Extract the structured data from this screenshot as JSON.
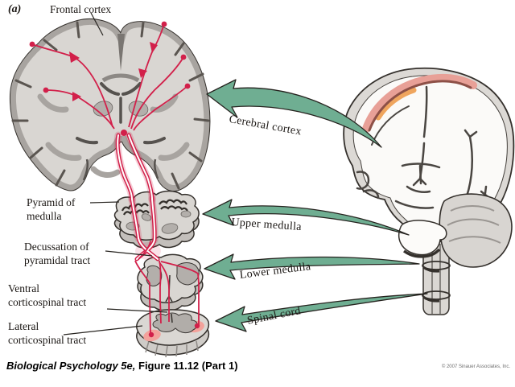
{
  "panel": {
    "label": "(a)"
  },
  "anatomy_labels": {
    "frontal_cortex": "Frontal cortex",
    "pyramid_of_medulla": "Pyramid of\nmedulla",
    "decussation": "Decussation of\npyramidal tract",
    "ventral_corticospinal": "Ventral\ncorticospinal tract",
    "lateral_corticospinal": "Lateral\ncorticospinal tract"
  },
  "region_arrows": [
    {
      "id": "cerebral-cortex",
      "label": "Cerebral cortex"
    },
    {
      "id": "upper-medulla",
      "label": "Upper medulla"
    },
    {
      "id": "lower-medulla",
      "label": "Lower medulla"
    },
    {
      "id": "spinal-cord",
      "label": "Spinal cord"
    }
  ],
  "footer": {
    "book_title": "Biological Psychology 5e,",
    "figure_ref": " Figure 11.12 (Part 1)",
    "copyright": "© 2007 Sinauer Associates, Inc."
  },
  "colors": {
    "arrow_green": "#6fae92",
    "tract_red": "#d2204a",
    "terminal_pink": "#f3a29b",
    "brain_light_gray": "#d9d6d2",
    "cortex_ribbon_gray": "#a8a4a0",
    "outline_dark": "#34302c",
    "motor_band_pink": "#e8a097",
    "motor_band_maroon": "#8d5047",
    "motor_band_orange": "#efa55e"
  }
}
